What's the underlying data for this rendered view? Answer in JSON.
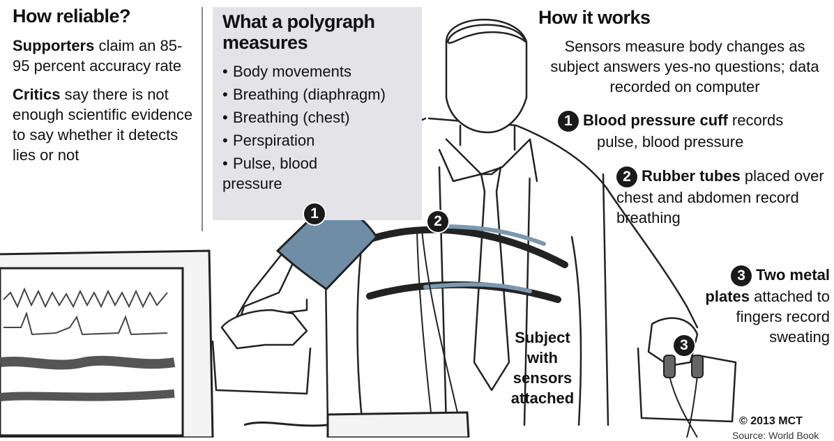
{
  "reliability": {
    "title": "How reliable?",
    "supporters_bold": "Supporters",
    "supporters_text": " claim an 85-95 percent accuracy rate",
    "critics_bold": "Critics",
    "critics_text": " say there is not enough scientific evidence to say whether it detects lies or not"
  },
  "measures": {
    "title": "What a polygraph measures",
    "items": [
      "Body movements",
      "Breathing (diaphragm)",
      "Breathing (chest)",
      "Perspiration",
      "Pulse, blood pressure"
    ]
  },
  "how_it_works": {
    "title": "How it works",
    "description": "Sensors measure body changes as subject answers yes-no questions; data recorded on computer",
    "steps": [
      {
        "number": "1",
        "bold": "Blood pressure cuff",
        "text": " records",
        "text2": "pulse, blood pressure"
      },
      {
        "number": "2",
        "bold": "Rubber tubes",
        "text": " placed over chest and abdomen record breathing"
      },
      {
        "number": "3",
        "bold": "Two metal plates",
        "text": " attached to fingers record sweating"
      }
    ]
  },
  "subject_label": "Subject with sensors attached",
  "markers": [
    "1",
    "2",
    "3"
  ],
  "credit": {
    "copyright": "© 2013 MCT",
    "source": "Source: World Book"
  },
  "colors": {
    "cuff": "#6f8ea6",
    "tube": "#7b98ae",
    "box": "#e3e3e8",
    "ink": "#111111"
  }
}
